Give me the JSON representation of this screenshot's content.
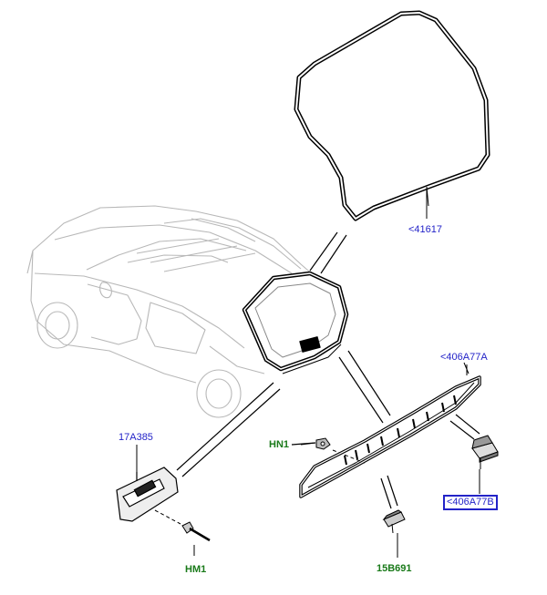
{
  "labels": {
    "seal": "<41617",
    "spoiler_assembly": "<406A77A",
    "spoiler_bracket": "<406A77B",
    "license_lamp": "17A385",
    "nut_hn1": "HN1",
    "screw_hm1": "HM1",
    "clip": "15B691"
  },
  "colors": {
    "part_number": "#2323c8",
    "fastener_code": "#1a7a1a",
    "line": "#000000",
    "ghost_line": "#bdbdbd"
  },
  "icons": [
    "car-outline",
    "tailgate-seal",
    "spoiler",
    "license-plate-lamp",
    "nut",
    "screw",
    "clip",
    "bracket"
  ]
}
